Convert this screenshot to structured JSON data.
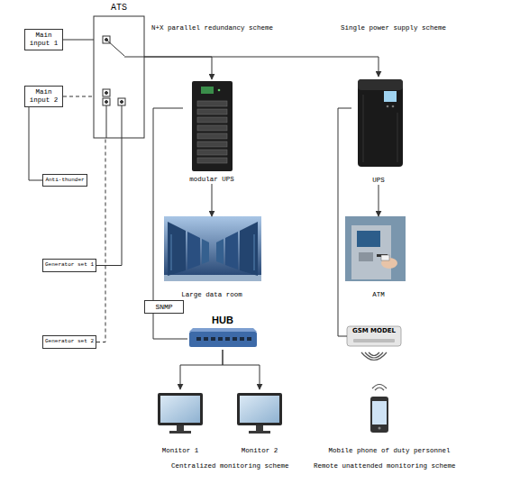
{
  "diagram": {
    "nodes": [
      {
        "text": [
          "ATS"
        ]
      },
      {
        "text": [
          "Main input 1"
        ]
      },
      {
        "text": [
          "Main input 2"
        ]
      },
      {
        "text": [
          "Anti-thunder"
        ]
      },
      {
        "text": [
          "Generator set 1"
        ]
      },
      {
        "text": [
          "Generator set 2"
        ]
      },
      {
        "text": [
          "modular UPS"
        ]
      },
      {
        "text": [
          "UPS"
        ]
      },
      {
        "text": [
          "Large data room"
        ]
      },
      {
        "text": [
          "ATM"
        ]
      },
      {
        "text": [
          "SNMP"
        ]
      },
      {
        "text": [
          "HUB"
        ]
      },
      {
        "text": [
          "GSM MODEL"
        ]
      },
      {
        "text": [
          "Monitor 1"
        ]
      },
      {
        "text": [
          "Monitor 2"
        ]
      },
      {
        "text": [
          "Mobile phone of duty personnel"
        ]
      }
    ],
    "edges": [
      {
        "from": 1,
        "to": 0,
        "arrow": "none"
      },
      {
        "from": 2,
        "to": 0,
        "arrow": "none"
      },
      {
        "from": 3,
        "to": 2,
        "arrow": "none"
      },
      {
        "from": 4,
        "to": 0,
        "arrow": "none"
      },
      {
        "from": 5,
        "to": 0,
        "arrow": "none"
      },
      {
        "from": 0,
        "to": 6,
        "arrow": "to"
      },
      {
        "from": 0,
        "to": 7,
        "arrow": "to"
      },
      {
        "from": 6,
        "to": 8,
        "arrow": "to"
      },
      {
        "from": 7,
        "to": 9,
        "arrow": "to"
      },
      {
        "from": 6,
        "to": 10,
        "arrow": "none"
      },
      {
        "from": 10,
        "to": 11,
        "arrow": "none"
      },
      {
        "from": 11,
        "to": 13,
        "arrow": "to"
      },
      {
        "from": 11,
        "to": 14,
        "arrow": "to"
      },
      {
        "from": 7,
        "to": 12,
        "arrow": "none"
      }
    ],
    "labels": [
      "N+X parallel redundancy scheme",
      "Single power supply scheme",
      "Centralized monitoring scheme",
      "Remote unattended monitoring scheme"
    ]
  }
}
